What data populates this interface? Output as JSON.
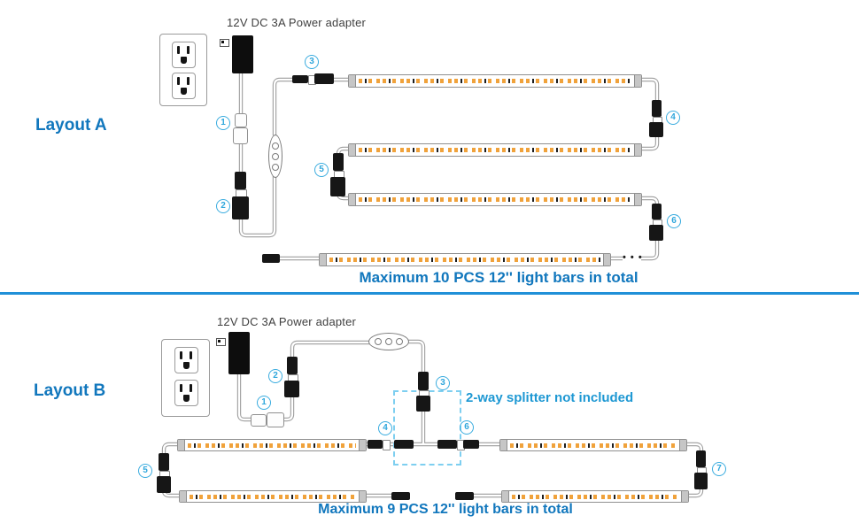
{
  "colors": {
    "heading_blue": "#1177bd",
    "callout_blue": "#3aacdf",
    "note_blue": "#1e98d3",
    "divider_blue": "#2090d8",
    "led_orange": "#f0a23b",
    "splitter_box_blue": "#7ecff0"
  },
  "layout_a": {
    "title": "Layout A",
    "adapter_label": "12V DC 3A Power adapter",
    "caption": "Maximum 10 PCS 12'' light bars in total",
    "ellipsis": "• • •",
    "callouts": [
      "1",
      "2",
      "3",
      "4",
      "5",
      "6"
    ]
  },
  "layout_b": {
    "title": "Layout B",
    "adapter_label": "12V DC 3A Power adapter",
    "caption": "Maximum 9 PCS 12'' light bars in total",
    "note": "2-way splitter not included",
    "callouts": [
      "1",
      "2",
      "3",
      "4",
      "5",
      "6",
      "7"
    ]
  }
}
